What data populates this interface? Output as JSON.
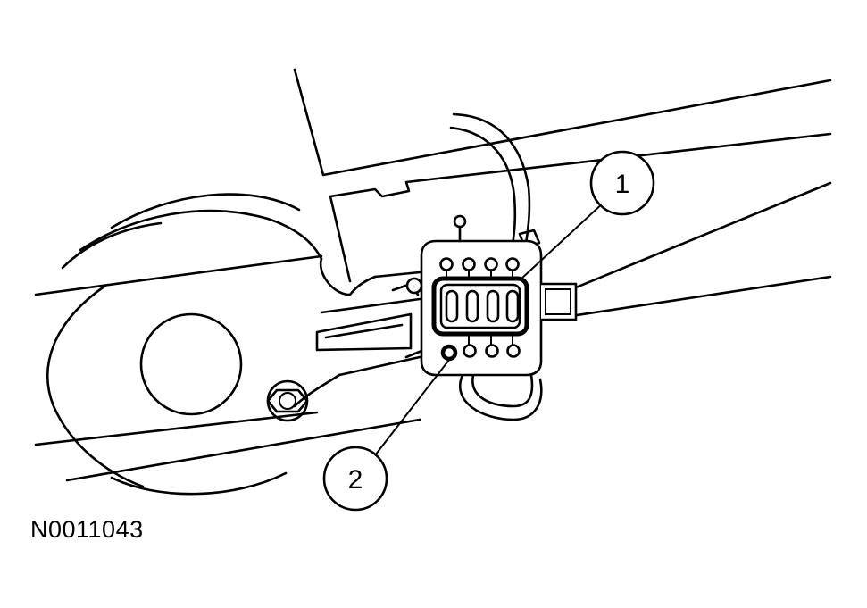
{
  "figure": {
    "id": "N0011043",
    "callouts": [
      {
        "label": "1",
        "target": "connector"
      },
      {
        "label": "2",
        "target": "locating-pin"
      }
    ]
  },
  "colors": {
    "line": "#000000",
    "background": "#ffffff"
  }
}
